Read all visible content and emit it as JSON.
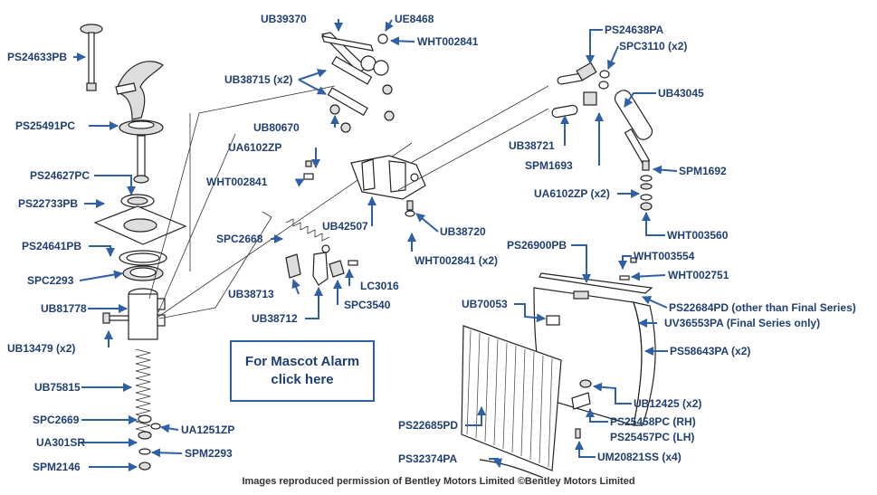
{
  "labels": {
    "PS24633PB": "PS24633PB",
    "PS25491PC": "PS25491PC",
    "PS24627PC": "PS24627PC",
    "PS22733PB": "PS22733PB",
    "PS24641PB": "PS24641PB",
    "SPC2293": "SPC2293",
    "UB81778": "UB81778",
    "UB13479": "UB13479 (x2)",
    "UB75815": "UB75815",
    "SPC2669": "SPC2669",
    "UA1251ZP": "UA1251ZP",
    "UA301SR": "UA301SR",
    "SPM2293": "SPM2293",
    "SPM2146": "SPM2146",
    "UB39370": "UB39370",
    "UE8468": "UE8468",
    "WHT002841_top": "WHT002841",
    "UB38715": "UB38715 (x2)",
    "UB80670": "UB80670",
    "UA6102ZP_left": "UA6102ZP",
    "WHT002841_left": "WHT002841",
    "SPC2668": "SPC2668",
    "UB42507": "UB42507",
    "UB38720": "UB38720",
    "WHT002841_x2": "WHT002841 (x2)",
    "LC3016": "LC3016",
    "UB38713": "UB38713",
    "SPC3540": "SPC3540",
    "UB38712": "UB38712",
    "PS24638PA": "PS24638PA",
    "SPC3110": "SPC3110 (x2)",
    "UB43045": "UB43045",
    "UB38721": "UB38721",
    "SPM1693": "SPM1693",
    "SPM1692": "SPM1692",
    "UA6102ZP_right": "UA6102ZP (x2)",
    "WHT003560": "WHT003560",
    "PS26900PB": "PS26900PB",
    "WHT003554": "WHT003554",
    "WHT002751": "WHT002751",
    "UB70053": "UB70053",
    "PS22684PD": "PS22684PD (other than Final Series)",
    "UV36553PA": "UV36553PA (Final Series only)",
    "PS58643PA": "PS58643PA (x2)",
    "UB12425": "UB12425 (x2)",
    "PS22685PD": "PS22685PD",
    "PS25458PC": "PS25458PC (RH)",
    "PS25457PC": "PS25457PC (LH)",
    "PS32374PA": "PS32374PA",
    "UM20821SS": "UM20821SS (x4)"
  },
  "alarm_link": {
    "line1": "For Mascot Alarm",
    "line2": "click here"
  },
  "footer": "Images reproduced permission of Bentley Motors Limited ©Bentley Motors Limited",
  "colors": {
    "label": "#1f3f73",
    "arrow": "#2f5fa4",
    "link_border": "#2f5fa4"
  }
}
